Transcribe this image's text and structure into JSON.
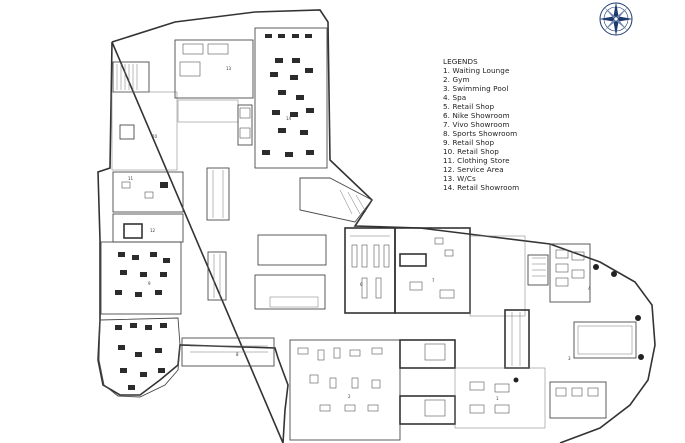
{
  "legend": {
    "title": "LEGENDS",
    "items": [
      "1. Waiting Lounge",
      "2. Gym",
      "3. Swimming Pool",
      "4. Spa",
      "5. Retail Shop",
      "6. Nike Showroom",
      "7. Vivo Showroom",
      "8. Sports Showroom",
      "9. Retail Shop",
      "10. Retail Shop",
      "11. Clothing Store",
      "12. Service Area",
      "13. W/Cs",
      "14. Retail Showroom"
    ]
  },
  "room_numbers": {
    "r1": "1",
    "r2": "2",
    "r3": "3",
    "r4": "4",
    "r5": "5",
    "r6": "6",
    "r7": "7",
    "r8": "8",
    "r9": "9",
    "r10": "10",
    "r11": "11",
    "r12": "12",
    "r13": "13",
    "r14": "14"
  },
  "colors": {
    "line": "#4a4a4a",
    "compass_blue": "#1f3b6e",
    "background": "#ffffff"
  },
  "icons": {
    "compass": "compass-rose-icon",
    "palm": "palm-tree-icon"
  }
}
